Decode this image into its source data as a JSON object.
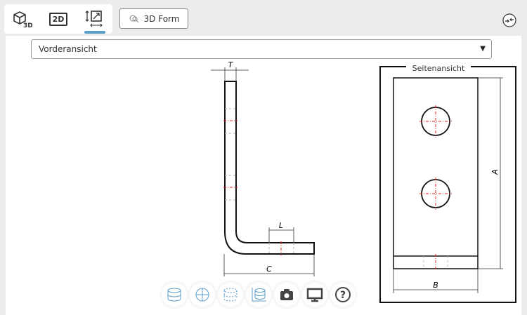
{
  "toolbar": {
    "modes": [
      {
        "name": "3d-view",
        "label": "3D"
      },
      {
        "name": "2d-view",
        "label": "2D"
      },
      {
        "name": "dimensions-view",
        "label": ""
      }
    ],
    "active_mode": "dimensions-view",
    "form_button_label": "3D Form"
  },
  "view_select": {
    "value": "Vorderansicht"
  },
  "drawing": {
    "front_labels": {
      "t": "T",
      "l": "L",
      "c": "C"
    },
    "side_title": "Seitenansicht",
    "side_labels": {
      "a": "A",
      "b": "B"
    }
  },
  "bottom_tools": [
    "cylinder-solid-icon",
    "cross-section-icon",
    "cylinder-hidden-icon",
    "cylinder-dimensions-icon",
    "camera-icon",
    "monitor-icon",
    "help-icon"
  ],
  "colors": {
    "accent": "#5b9ec9",
    "center_line": "#e02020"
  }
}
